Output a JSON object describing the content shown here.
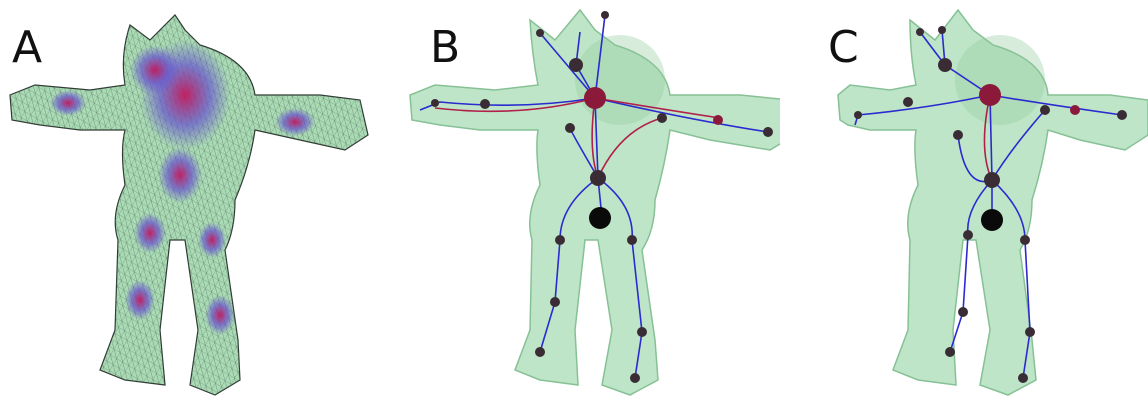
{
  "panels": [
    {
      "label": "A",
      "style": "mesh-density"
    },
    {
      "label": "B",
      "style": "skeleton-detailed"
    },
    {
      "label": "C",
      "style": "skeleton-simplified"
    }
  ],
  "colors": {
    "body_fill": "#a9dcb5",
    "mesh_line": "#5a6b5e",
    "density_core": "#c2185b",
    "density_mid": "#6a5acd",
    "node_dark": "#3a2c35",
    "node_red": "#8b1a3a",
    "edge_blue": "#2a2ad0",
    "edge_red": "#b0204a"
  }
}
